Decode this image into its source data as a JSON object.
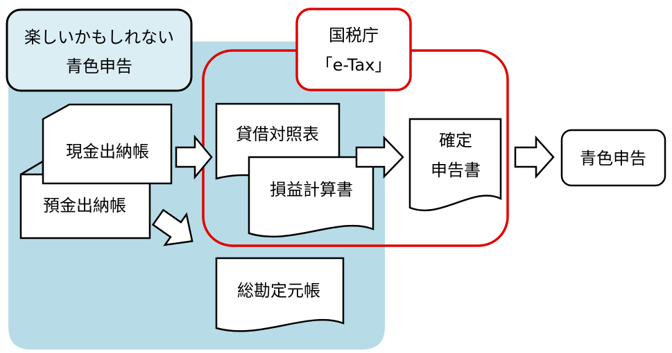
{
  "colors": {
    "software_region": "#b7dce7",
    "software_label_bg": "#dbeef4",
    "etax_border": "#e00000",
    "stroke": "#000000",
    "doc_fill": "#ffffff"
  },
  "software": {
    "label_line1": "楽しいかもしれない",
    "label_line2": "青色申告"
  },
  "etax": {
    "label_line1": "国税庁",
    "label_line2": "「e-Tax」"
  },
  "documents": {
    "cash_book": "現金出納帳",
    "deposit_book": "預金出納帳",
    "balance_sheet": "貸借対照表",
    "income_statement": "損益計算書",
    "tax_return_line1": "確定",
    "tax_return_line2": "申告書",
    "general_ledger": "総勘定元帳"
  },
  "result": {
    "label": "青色申告"
  }
}
